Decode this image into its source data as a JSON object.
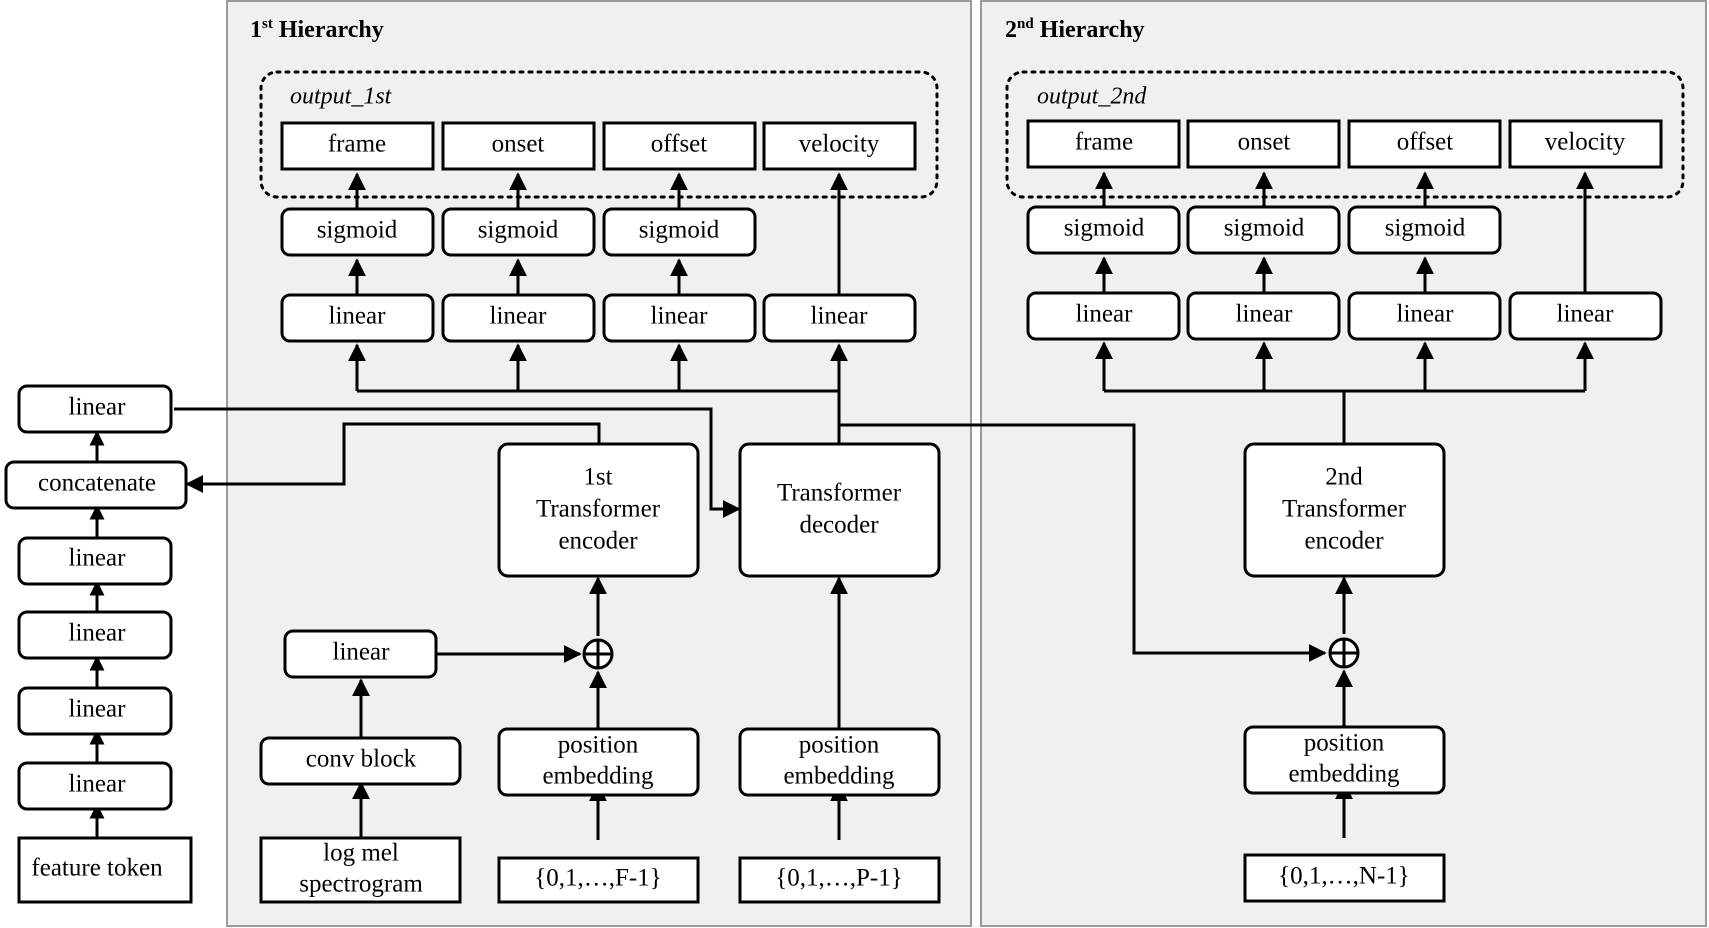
{
  "panels": {
    "first": {
      "title_num": "1",
      "title_sup": "st",
      "title_text": " Hierarchy",
      "group_label": "output_1st"
    },
    "second": {
      "title_num": "2",
      "title_sup": "nd",
      "title_text": " Hierarchy",
      "group_label": "output_2nd"
    }
  },
  "outputs": [
    "frame",
    "onset",
    "offset",
    "velocity"
  ],
  "sigmoid_label": "sigmoid",
  "linear_label": "linear",
  "left_column": {
    "feature_token": "feature token",
    "linear": "linear",
    "concatenate": "concatenate"
  },
  "first": {
    "encoder": [
      "1st",
      "Transformer",
      "encoder"
    ],
    "decoder": [
      "Transformer",
      "decoder"
    ],
    "linear": "linear",
    "conv_block": "conv block",
    "log_mel": [
      "log mel",
      "spectrogram"
    ],
    "pos_emb_enc": [
      "position",
      "embedding"
    ],
    "pos_emb_dec": [
      "position",
      "embedding"
    ],
    "index_enc": "{0,1,…,F-1}",
    "index_dec": "{0,1,…,P-1}"
  },
  "second": {
    "encoder": [
      "2nd",
      "Transformer",
      "encoder"
    ],
    "pos_emb": [
      "position",
      "embedding"
    ],
    "index": "{0,1,…,N-1}"
  }
}
